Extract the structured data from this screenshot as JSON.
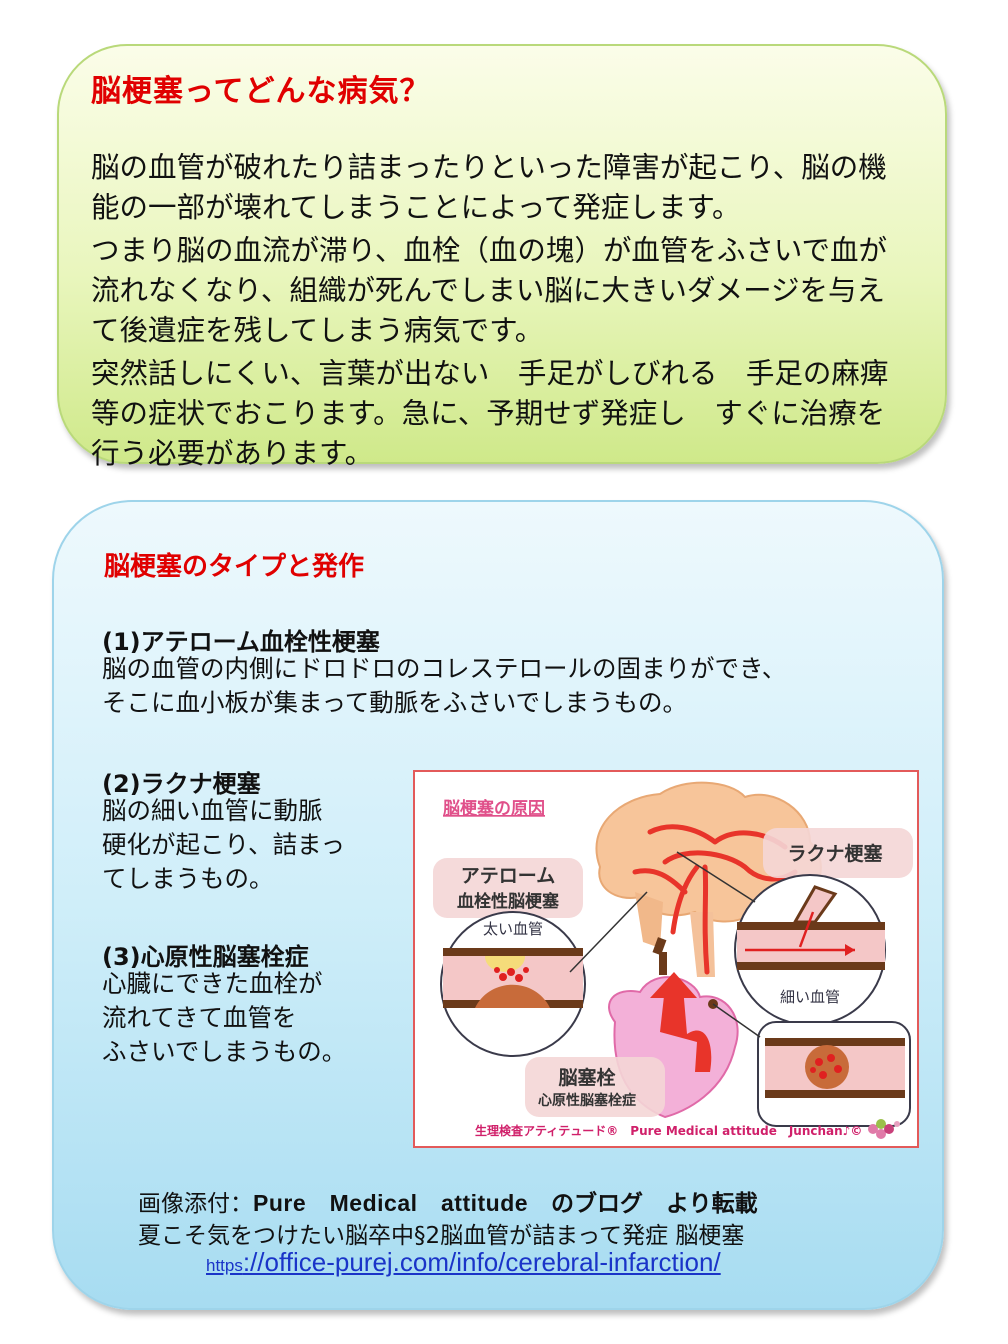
{
  "box1": {
    "title": "脳梗塞ってどんな病気？",
    "lines": [
      "脳の血管が破れたり詰まったりといった障害が起こり、脳の機",
      "能の一部が壊れてしまうことによって発症します。",
      "つまり脳の血流が滞り、血栓（血の塊）が血管をふさいで血が",
      "流れなくなり、組織が死んでしまい脳に大きいダメージを与え",
      "て後遺症を残してしまう病気です。",
      "突然話しにくい、言葉が出ない　手足がしびれる　手足の麻痺",
      "等の症状でおこります。急に、予期せず発症し　すぐに治療を",
      "行う必要があります。"
    ]
  },
  "box2": {
    "title": "脳梗塞のタイプと発作",
    "type1": {
      "heading": "(1)アテローム血栓性梗塞",
      "lines": [
        "脳の血管の内側にドロドロのコレステロールの固まりができ、",
        "そこに血小板が集まって動脈をふさいでしまうもの。"
      ]
    },
    "type2": {
      "heading": "(2)ラクナ梗塞",
      "lines": [
        "脳の細い血管に動脈",
        "硬化が起こり、詰まっ",
        "てしまうもの。"
      ]
    },
    "type3": {
      "heading": "(3)心原性脳塞栓症",
      "lines": [
        "心臓にできた血栓が",
        "流れてきて血管を",
        "ふさいでしまうもの。"
      ]
    },
    "credit": {
      "prefix": "画像添付：",
      "blog": "Pure　Medical　attitude",
      "suffix": "　のブログ　より転載",
      "article": "夏こそ気をつけたい脳卒中§2脳血管が詰まって発症 脳梗塞",
      "link_scheme": "https",
      "link_rest": "://office-purej.com/info/cerebral-infarction/"
    }
  },
  "diagram": {
    "title": "脳梗塞の原因",
    "atheroma_label_1": "アテローム",
    "atheroma_label_2": "血栓性脳梗塞",
    "thick_vessel": "太い血管",
    "lacunar_label": "ラクナ梗塞",
    "thin_vessel": "細い血管",
    "embolic_label": "脳塞栓",
    "embolic_sub": "心原性脳塞栓症",
    "footer": "生理検査アティテュード®　Pure Medical attitude　Junchan♪©"
  },
  "colors": {
    "title_red": "#e00000",
    "box1_green": "#e9f6bd",
    "box2_blue": "#cfeef9",
    "link_blue": "#1a34c8",
    "diagram_border": "#e35a5a"
  }
}
